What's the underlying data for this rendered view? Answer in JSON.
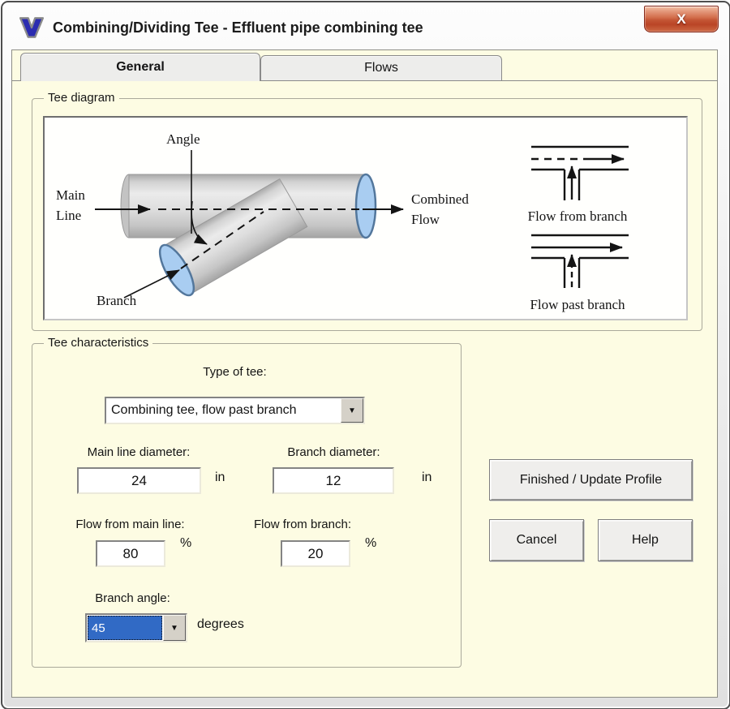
{
  "window": {
    "title": "Combining/Dividing Tee - Effluent pipe combining tee",
    "close_glyph": "X"
  },
  "tabs": {
    "general": "General",
    "flows": "Flows"
  },
  "icons": {
    "dropdown_arrow": "▼"
  },
  "tee_diagram": {
    "group_label": "Tee diagram",
    "angle_label": "Angle",
    "main_line_label_1": "Main",
    "main_line_label_2": "Line",
    "combined_flow_label_1": "Combined",
    "combined_flow_label_2": "Flow",
    "branch_label": "Branch",
    "flow_from_branch_caption": "Flow from branch",
    "flow_past_branch_caption": "Flow past branch"
  },
  "tee_characteristics": {
    "group_label": "Tee characteristics",
    "type_of_tee": {
      "label": "Type of tee:",
      "value": "Combining tee, flow past branch"
    },
    "main_line_diameter": {
      "label": "Main line diameter:",
      "value": "24",
      "unit": "in"
    },
    "branch_diameter": {
      "label": "Branch diameter:",
      "value": "12",
      "unit": "in"
    },
    "flow_from_main_line": {
      "label": "Flow from main line:",
      "value": "80",
      "unit": "%"
    },
    "flow_from_branch": {
      "label": "Flow from branch:",
      "value": "20",
      "unit": "%"
    },
    "branch_angle": {
      "label": "Branch angle:",
      "value": "45",
      "unit": "degrees"
    }
  },
  "buttons": {
    "finished": "Finished / Update Profile",
    "cancel": "Cancel",
    "help": "Help"
  },
  "colors": {
    "client_background": "#fdfce3",
    "selection_blue": "#316ac5",
    "close_button_red": "#c35433",
    "pipe_opening_blue": "#a9cdf1",
    "tab_gray": "#ededeb"
  }
}
